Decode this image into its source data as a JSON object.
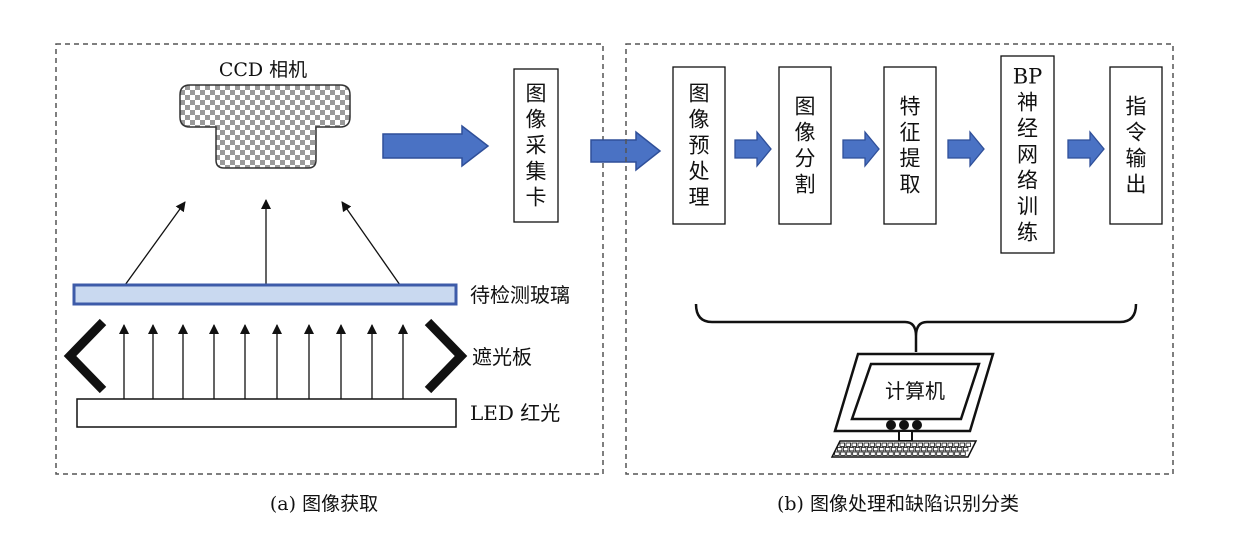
{
  "panel_a": {
    "camera_label": "CCD 相机",
    "glass_label": "待检测玻璃",
    "shade_label": "遮光板",
    "led_label": "LED 红光",
    "capture_card": [
      "图",
      "像",
      "采",
      "集",
      "卡"
    ],
    "caption": "(a) 图像获取"
  },
  "panel_b": {
    "steps": [
      {
        "chars": [
          "图",
          "像",
          "预",
          "处",
          "理"
        ]
      },
      {
        "chars": [
          "图",
          "像",
          "分",
          "割"
        ]
      },
      {
        "chars": [
          "特",
          "征",
          "提",
          "取"
        ]
      },
      {
        "chars": [
          "BP",
          "神",
          "经",
          "网",
          "络",
          "训",
          "练"
        ]
      },
      {
        "chars": [
          "指",
          "令",
          "输",
          "出"
        ]
      }
    ],
    "computer_label": "计算机",
    "caption": "(b) 图像处理和缺陷识别分类"
  },
  "colors": {
    "arrow_fill": "#4a72c4",
    "arrow_stroke": "#2f4f99",
    "glass_fill": "#c9d9f0",
    "glass_stroke": "#3d5ba9",
    "frame": "#555555"
  }
}
